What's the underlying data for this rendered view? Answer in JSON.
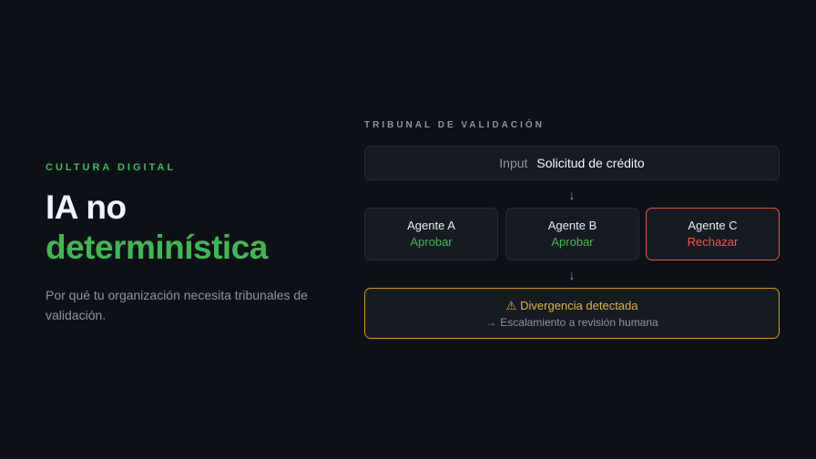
{
  "hero": {
    "eyebrow": "CULTURA DIGITAL",
    "title_line1": "IA no",
    "title_line2": "determinística",
    "subtitle": "Por qué tu organización necesita tribunales de validación."
  },
  "diagram": {
    "label": "TRIBUNAL DE VALIDACIÓN",
    "input": {
      "label": "Input",
      "value": "Solicitud de crédito"
    },
    "arrow_glyph": "↓",
    "agents": [
      {
        "name": "Agente A",
        "vote": "Aprobar"
      },
      {
        "name": "Agente B",
        "vote": "Aprobar"
      },
      {
        "name": "Agente C",
        "vote": "Rechazar"
      }
    ],
    "alert": {
      "icon": "⚠",
      "title": "Divergencia detectada",
      "sub_icon": "→",
      "subtitle": "Escalamiento a revisión humana"
    }
  },
  "colors": {
    "background": "#0d1117",
    "accent_green": "#3fb950",
    "reject_red": "#f85149",
    "warning_amber": "#e3b341"
  }
}
